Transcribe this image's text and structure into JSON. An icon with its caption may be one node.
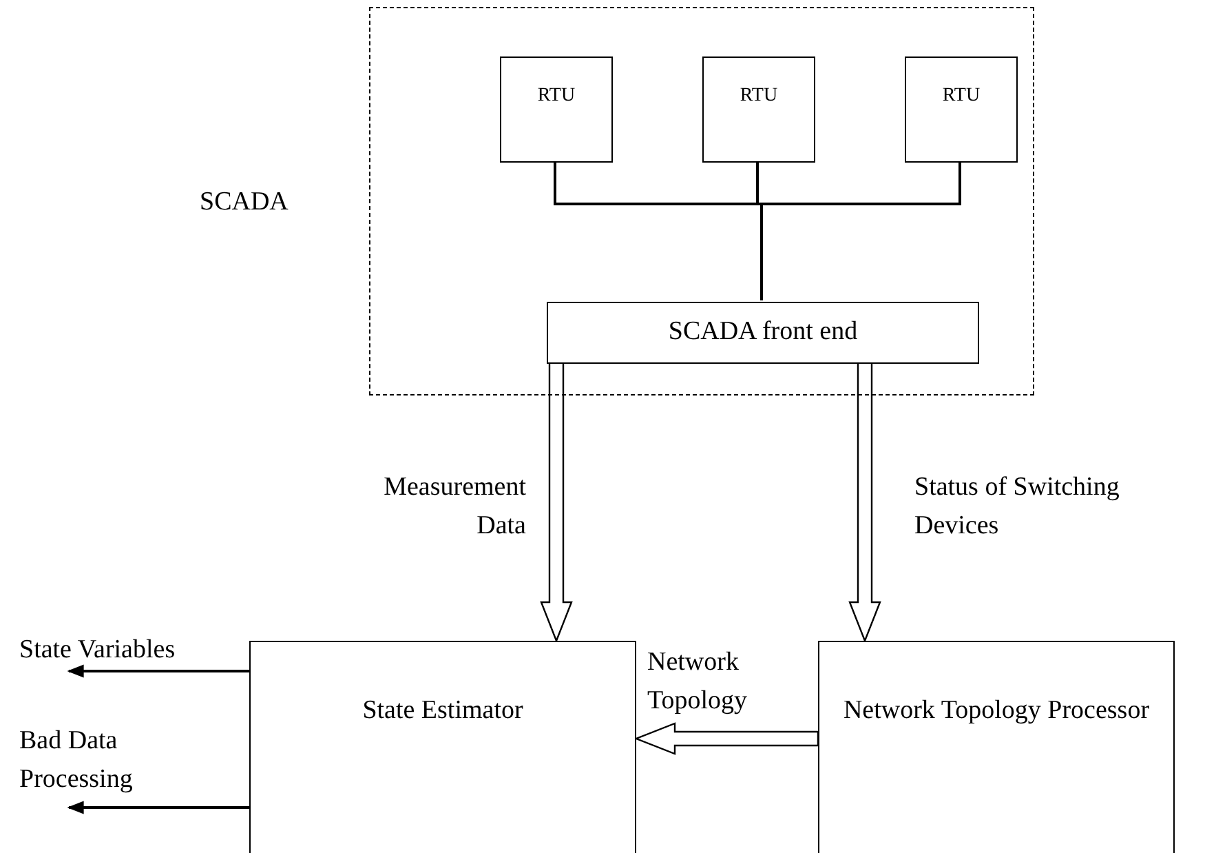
{
  "diagram": {
    "nodes": [
      {
        "text": [
          "SCADA"
        ]
      },
      {
        "text": [
          "RTU"
        ],
        "in": 0
      },
      {
        "text": [
          "RTU"
        ],
        "in": 0
      },
      {
        "text": [
          "RTU"
        ],
        "in": 0
      },
      {
        "text": [
          "SCADA front end"
        ],
        "in": 0
      },
      {
        "text": [
          "State Estimator"
        ]
      },
      {
        "text": [
          "Network Topology Processor"
        ]
      }
    ],
    "edges": [
      {
        "from": 1,
        "to": 4,
        "arrow": "none"
      },
      {
        "from": 2,
        "to": 4,
        "arrow": "none"
      },
      {
        "from": 3,
        "to": 4,
        "arrow": "none"
      },
      {
        "from": 4,
        "to": 5,
        "arrow": "to",
        "style": "thick",
        "label": "Measurement Data"
      },
      {
        "from": 4,
        "to": 6,
        "arrow": "to",
        "style": "thick",
        "label": "Status of Switching Devices"
      },
      {
        "from": 6,
        "to": 5,
        "arrow": "to",
        "style": "thick",
        "label": "Network Topology"
      },
      {
        "from": 5,
        "to": null,
        "arrow": "to",
        "label": "State Variables"
      },
      {
        "from": 5,
        "to": null,
        "arrow": "to",
        "label": "Bad Data Processing"
      }
    ]
  }
}
